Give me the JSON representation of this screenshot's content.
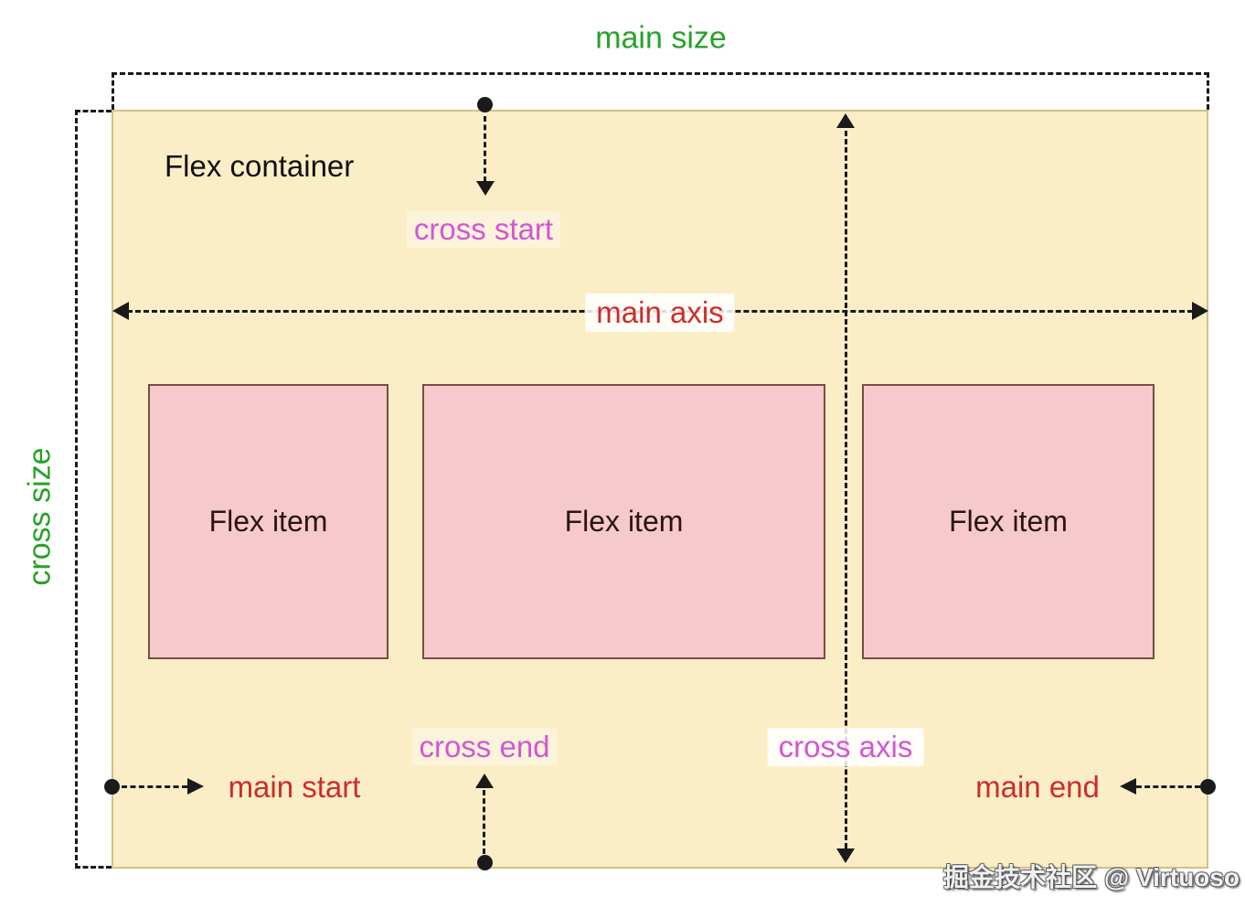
{
  "diagram": {
    "container_label": "Flex container",
    "labels": {
      "main_size": "main size",
      "cross_size": "cross size",
      "cross_start": "cross start",
      "cross_end": "cross end",
      "main_axis": "main axis",
      "cross_axis": "cross axis",
      "main_start": "main start",
      "main_end": "main end"
    },
    "items": [
      {
        "label": "Flex item"
      },
      {
        "label": "Flex item"
      },
      {
        "label": "Flex item"
      }
    ],
    "colors": {
      "page_bg": "#ffffff",
      "container_bg": "#fbeec6",
      "container_border": "#d2c186",
      "container_text": "#111111",
      "item_bg": "#f5c9cd",
      "item_border": "#7c4b41",
      "item_text": "#2a1512",
      "label_green": "#28a228",
      "label_red": "#cf2b2b",
      "label_magenta": "#d455d4",
      "line_color": "#1a1a1a"
    },
    "watermark": "掘金技术社区 @ Virtuoso"
  }
}
